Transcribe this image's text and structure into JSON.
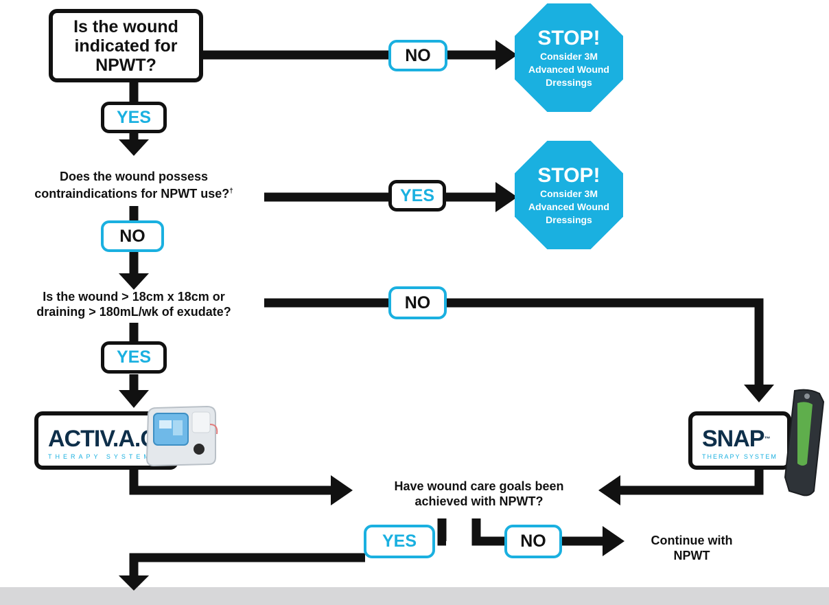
{
  "start": {
    "question": "Is the wound indicated for NPWT?"
  },
  "labels": {
    "yes1": "YES",
    "no1": "NO",
    "yes2": "YES",
    "no2": "NO",
    "no3": "NO",
    "yes3": "YES",
    "yes4": "YES",
    "no4": "NO"
  },
  "stop1": {
    "title": "STOP!",
    "line1": "Consider 3M",
    "line2": "Advanced Wound",
    "line3": "Dressings"
  },
  "stop2": {
    "title": "STOP!",
    "line1": "Consider 3M",
    "line2": "Advanced Wound",
    "line3": "Dressings"
  },
  "q2": {
    "line1": "Does the wound possess",
    "line2": "contraindications for NPWT use?",
    "mark": "†"
  },
  "q3": {
    "line1": "Is the wound > 18cm x 18cm or",
    "line2": "draining > 180mL/wk of exudate?"
  },
  "q4": {
    "line1": "Have wound care goals been",
    "line2": "achieved with NPWT?"
  },
  "continue": {
    "line1": "Continue with",
    "line2": "NPWT"
  },
  "activac": {
    "brand": "ACTIV.A.C.",
    "tm": "™",
    "tag": "THERAPY SYSTEM"
  },
  "snap": {
    "brand": "SNAP",
    "tm": "™",
    "tag": "THERAPY SYSTEM"
  },
  "colors": {
    "accent": "#1ab0e0",
    "line": "#111111",
    "brand_navy": "#0e2f4a",
    "band": "#d7d7d9"
  }
}
